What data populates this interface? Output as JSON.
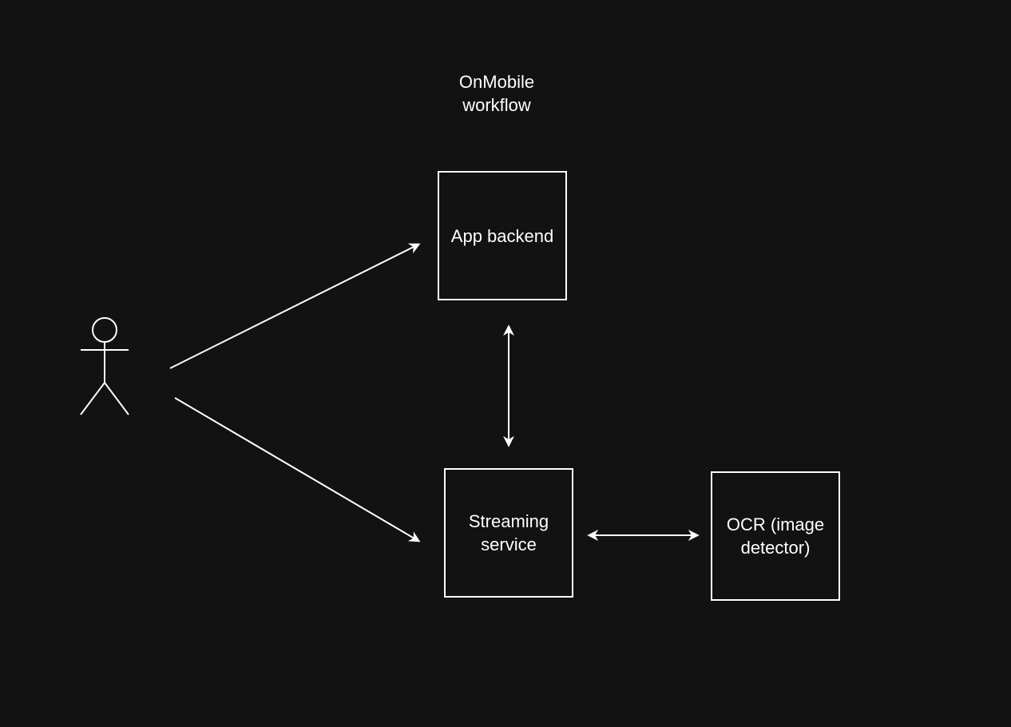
{
  "diagram": {
    "title": "OnMobile\nworkflow",
    "nodes": {
      "app_backend": "App backend",
      "streaming_service": "Streaming\nservice",
      "ocr": "OCR (image\ndetector)"
    },
    "colors": {
      "background": "#121212",
      "stroke": "#ffffff"
    }
  }
}
